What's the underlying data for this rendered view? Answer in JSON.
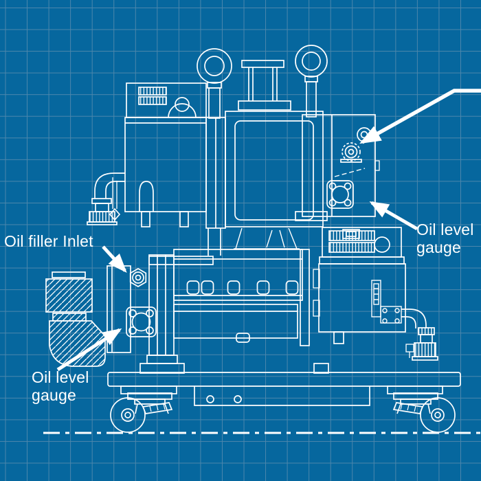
{
  "document": {
    "kind": "technical blueprint diagram",
    "subject": "roots blower / vacuum pump unit on caster base, side elevation"
  },
  "colors": {
    "background": "#06679e",
    "grid": "#4d87ac",
    "line": "#ffffff",
    "text": "#ffffff"
  },
  "labels": {
    "oil_filler_inlet": "Oil filler Inlet",
    "oil_level_gauge_upper": {
      "line1": "Oil level",
      "line2": "gauge"
    },
    "oil_level_gauge_lower": {
      "line1": "Oil level",
      "line2": "gauge"
    }
  },
  "callouts": {
    "count": 4,
    "note": "three labelled leader arrows plus one unlabelled leader arrow entering from the top-right edge"
  }
}
